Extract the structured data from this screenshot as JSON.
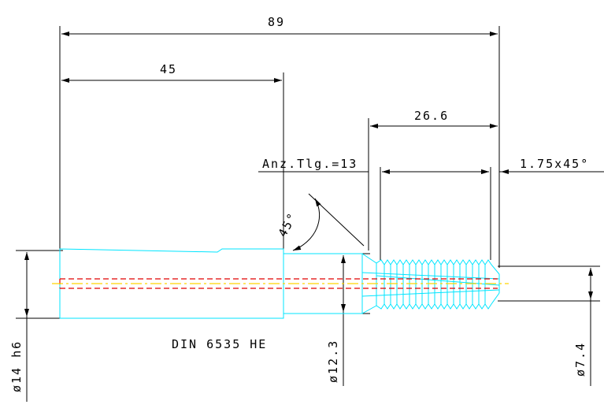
{
  "drawing": {
    "overall_length": "89",
    "shank_length": "45",
    "thread_length": "26.6",
    "flute_count": "Anz.Tlg.=13",
    "chamfer": "1.75x45°",
    "angle": "45°",
    "standard": "DIN 6535 HE",
    "shank_diameter": "ø14 h6",
    "neck_diameter": "ø12.3",
    "thread_diameter": "ø7.4",
    "colors": {
      "part": "#00e5ff",
      "centerline": "#ffd400",
      "bore": "#e00000",
      "dimension": "#000000"
    }
  }
}
